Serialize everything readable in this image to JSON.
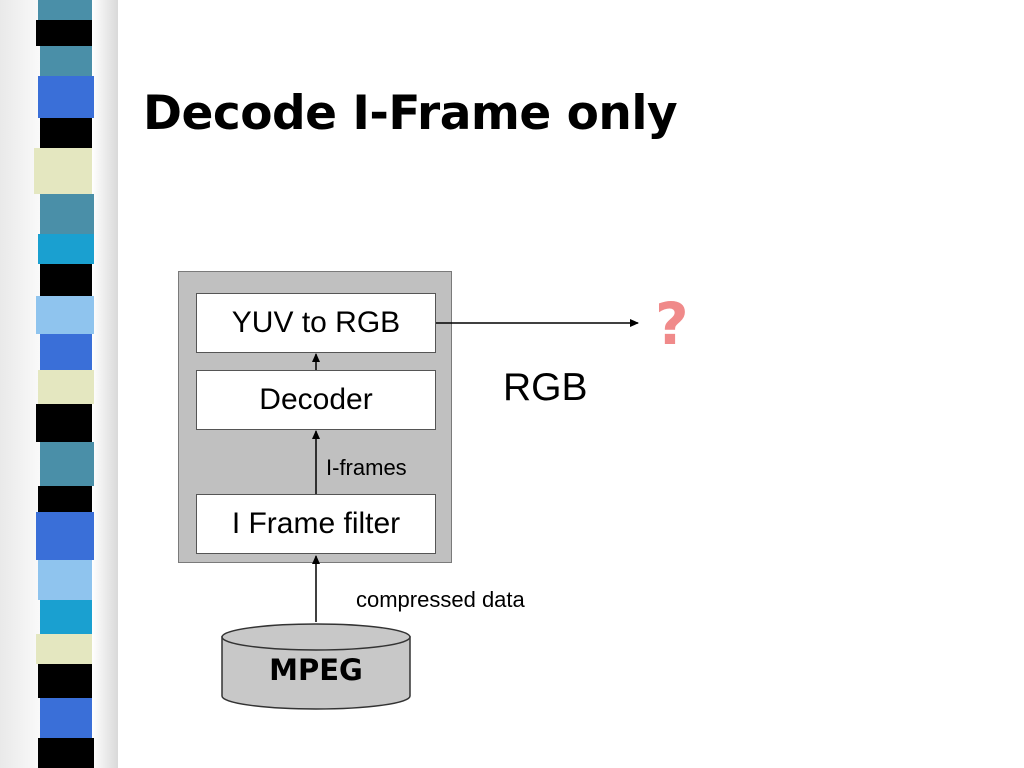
{
  "slide": {
    "title": "Decode I-Frame only"
  },
  "diagram": {
    "blocks": {
      "yuv_to_rgb": "YUV to RGB",
      "decoder": "Decoder",
      "i_frame_filter": "I Frame filter"
    },
    "edge_labels": {
      "i_frames": "I-frames",
      "compressed_data": "compressed data",
      "rgb": "RGB"
    },
    "source": "MPEG",
    "unknown_output": "?"
  },
  "colors": {
    "container": "#c0c0c0",
    "question_mark": "#f08a8a",
    "database": "#c8c8c8",
    "strip_bands": [
      "#4a8fa8",
      "#3a6fd8",
      "#e4e7c0",
      "#1aa0d0",
      "#8fc4ee",
      "#000000"
    ]
  }
}
